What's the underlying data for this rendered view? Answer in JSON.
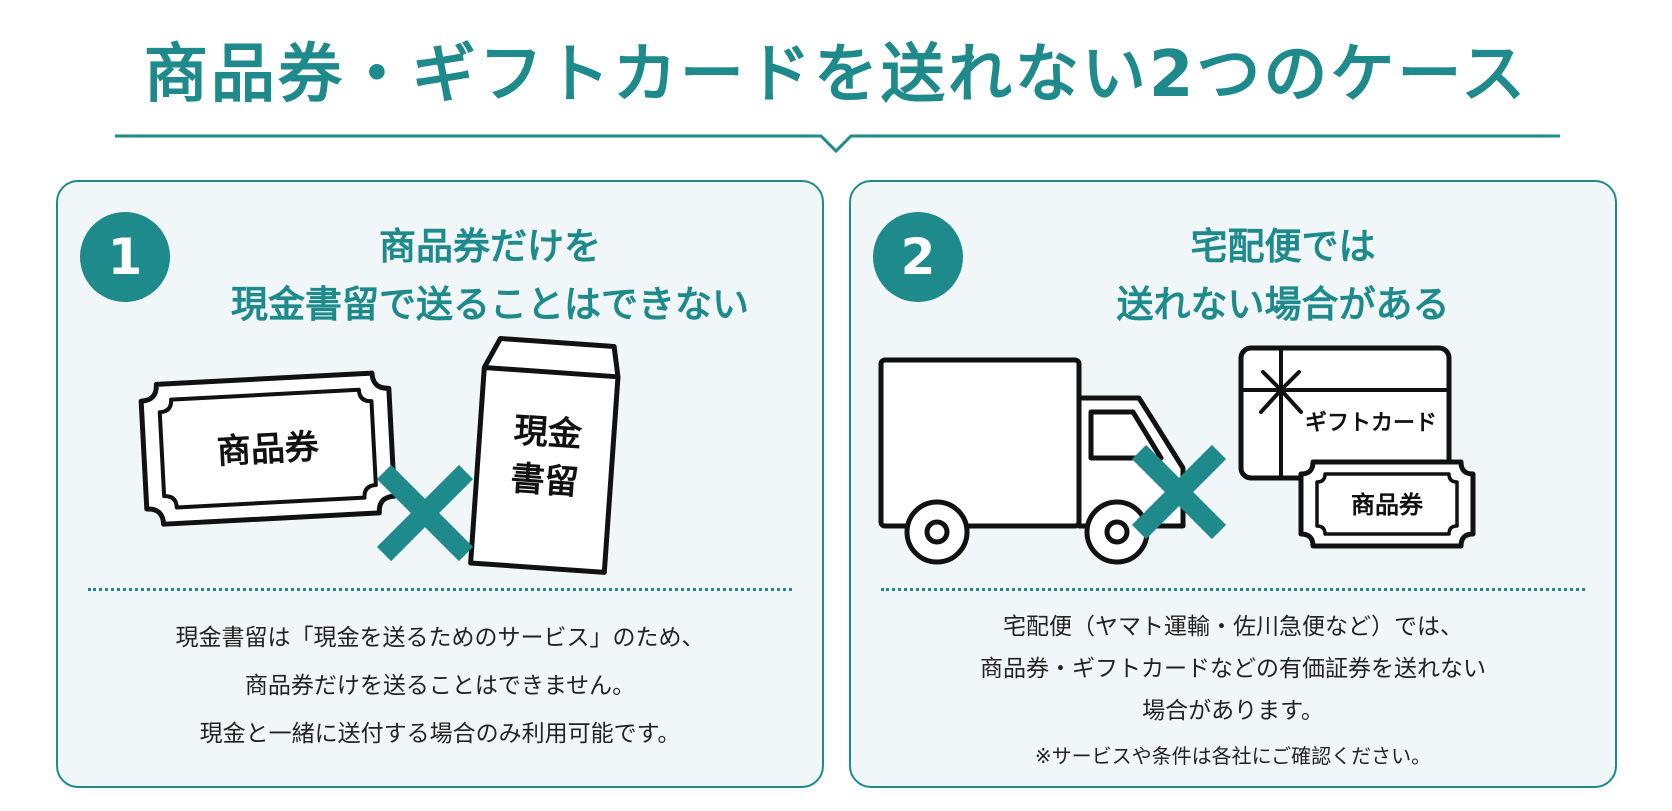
{
  "title": "商品券・ギフトカードを送れない2つのケース",
  "colors": {
    "accent": "#1e8a8c",
    "card_bg": "#f1f7f9",
    "text": "#222222"
  },
  "cases": [
    {
      "number": "1",
      "title_lines": [
        "商品券だけを",
        "現金書留で送ることはできない"
      ],
      "illustration": {
        "ticket_label": "商品券",
        "envelope_label_lines": [
          "現金",
          "書留"
        ],
        "mark": "cross-icon"
      },
      "description_lines": [
        "現金書留は「現金を送るためのサービス」のため、",
        "商品券だけを送ることはできません。",
        "現金と一緒に送付する場合のみ利用可能です。"
      ]
    },
    {
      "number": "2",
      "title_lines": [
        "宅配便では",
        "送れない場合がある"
      ],
      "illustration": {
        "gift_card_label": "ギフトカード",
        "ticket_label": "商品券",
        "mark": "cross-icon"
      },
      "description_lines": [
        "宅配便（ヤマト運輸・佐川急便など）では、",
        "商品券・ギフトカードなどの有価証券を送れない",
        "場合があります。"
      ],
      "note": "※サービスや条件は各社にご確認ください。"
    }
  ]
}
